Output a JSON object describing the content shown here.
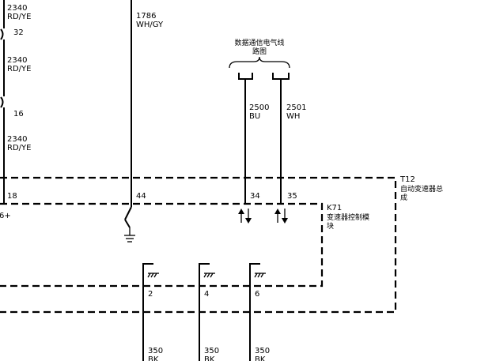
{
  "left_wire": {
    "labels": [
      {
        "code": "2340",
        "color": "RD/YE"
      },
      {
        "code": "2340",
        "color": "RD/YE"
      },
      {
        "code": "2340",
        "color": "RD/YE"
      }
    ],
    "pins": [
      "32",
      "16"
    ]
  },
  "wire_1786": {
    "code": "1786",
    "color": "WH/GY"
  },
  "data_bus": {
    "title_line1": "数据通信电气线",
    "title_line2": "路图",
    "wire_a": {
      "code": "2500",
      "color": "BU"
    },
    "wire_b": {
      "code": "2501",
      "color": "WH"
    }
  },
  "connector_t12": {
    "id": "T12",
    "desc_line1": "自动变速器总",
    "desc_line2": "成"
  },
  "module_k71": {
    "id": "K71",
    "desc_line1": "变速器控制模",
    "desc_line2": "块"
  },
  "pins_top": [
    "18",
    "44",
    "34",
    "35"
  ],
  "left_partial_label": "6+",
  "ground_pins": [
    "2",
    "4",
    "6"
  ],
  "ground_wires": [
    {
      "code": "350",
      "color": "BK"
    },
    {
      "code": "350",
      "color": "BK"
    },
    {
      "code": "350",
      "color": "BK"
    }
  ]
}
